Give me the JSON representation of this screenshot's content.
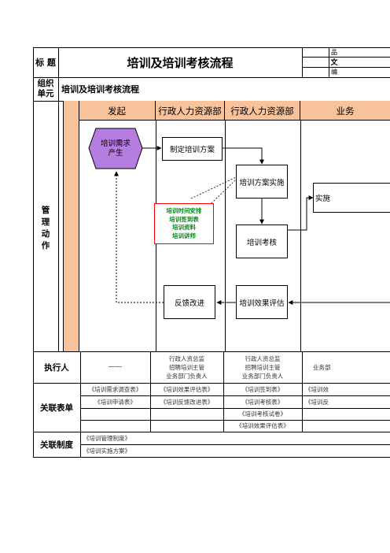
{
  "header": {
    "title_label": "标 题",
    "title": "培训及培训考核流程",
    "right_frag_1": "品",
    "right_frag_2": "文",
    "right_frag_3": "编"
  },
  "org": {
    "label_line1": "组织",
    "label_line2": "单元",
    "value": "培训及培训考核流程"
  },
  "mgmt": {
    "label_chars": [
      "管",
      "理",
      "动",
      "作"
    ]
  },
  "lanes": [
    "发起",
    "行政人力资源部",
    "行政人力资源部",
    "业务"
  ],
  "flow": {
    "start": "培训需求产生",
    "plan": "制定培训方案",
    "implement": "培训方案实施",
    "partial_right": "实施",
    "exam": "培训考核",
    "evaluate": "培训效果评估",
    "feedback": "反馈改进",
    "note_lines": [
      "培训时间安排",
      "培训签到表",
      "培训资料",
      "培训讲师"
    ]
  },
  "executor": {
    "label": "执行人",
    "col1": "——",
    "col2": [
      "行政人资总监",
      "招聘培训主管",
      "业务部门负责人"
    ],
    "col3": [
      "行政人资总监",
      "招聘培训主管",
      "业务部门负责人"
    ],
    "col4": "业务部"
  },
  "forms": {
    "label": "关联表单",
    "rows": [
      [
        "《培训需求调查表》",
        "《培训效果评估表》",
        "《培训签到表》",
        "《培训效"
      ],
      [
        "《培训申请表》",
        "《培训反馈改进表》",
        "《培训考核表》",
        "《培训反"
      ],
      [
        "",
        "",
        "《培训考核试卷》",
        ""
      ],
      [
        "",
        "",
        "《培训效果评估表》",
        ""
      ]
    ]
  },
  "policy": {
    "label": "关联制度",
    "rows": [
      "《培训管理制度》",
      "《培训实施方案》"
    ]
  },
  "colors": {
    "lane_bg": "#f8c39b",
    "start_fill": "#b57de0",
    "note_text": "#0a8a1e",
    "note_border": "#ff0000"
  }
}
